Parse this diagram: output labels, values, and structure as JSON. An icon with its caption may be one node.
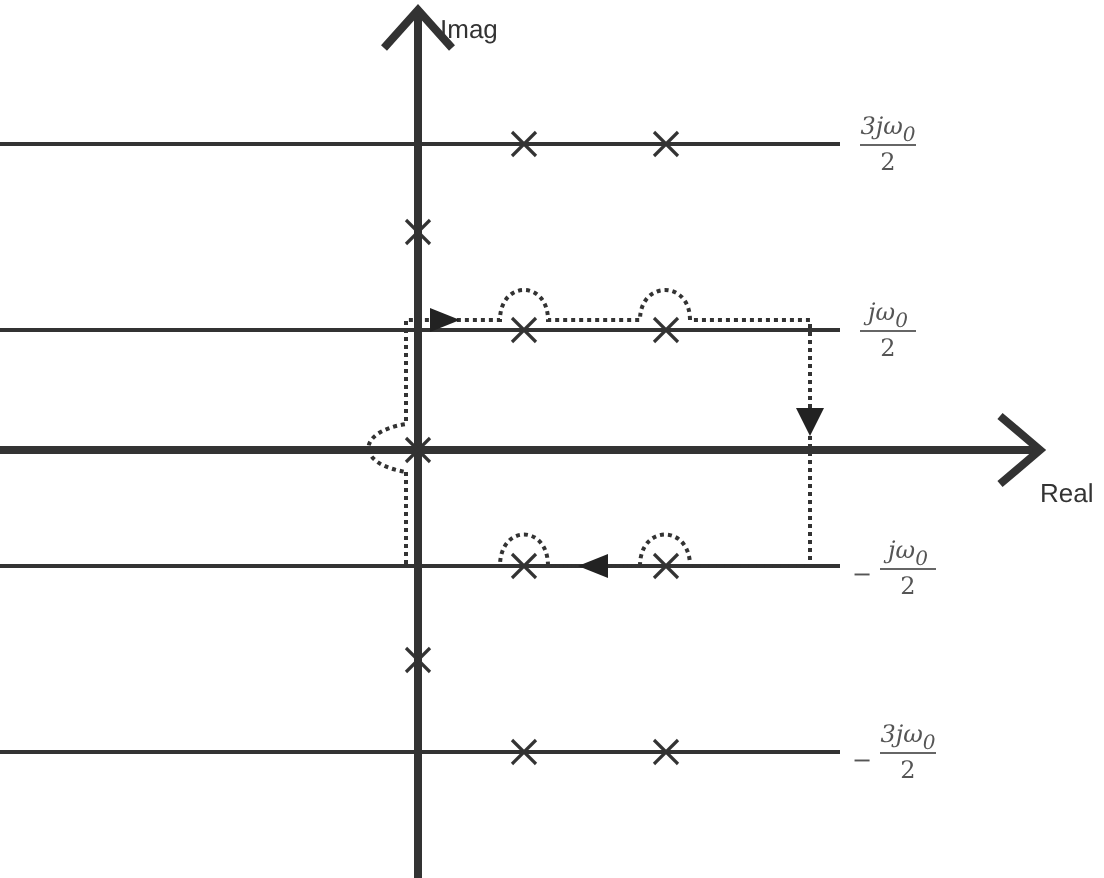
{
  "diagram": {
    "labels": [
      "Imag",
      "3jω$_{0}$",
      "2",
      "jω$_{0}$",
      "2",
      "Real",
      "−",
      "jω$_{0}$",
      "2",
      "−",
      "3jω$_{0}$",
      "2"
    ]
  }
}
